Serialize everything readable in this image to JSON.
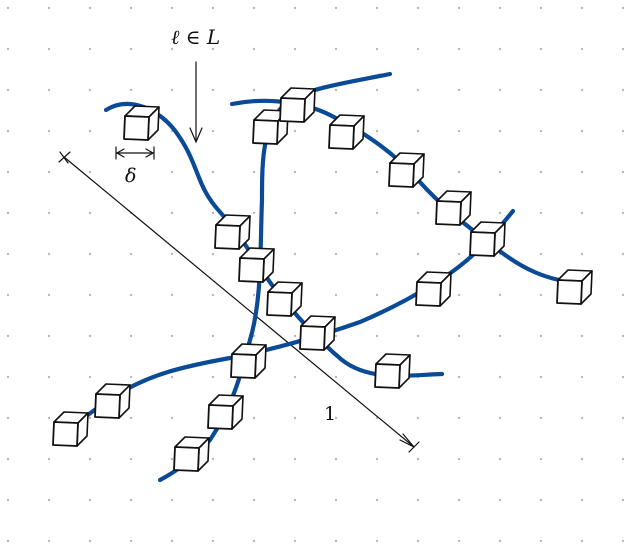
{
  "labels": {
    "set_label": "ℓ ∈ L",
    "delta_label": "δ",
    "unit_label": "1"
  },
  "colors": {
    "curve": "#0b4a96",
    "ink": "#111111",
    "grid_dot": "#b8b8b8",
    "background": "#ffffff"
  },
  "grid": {
    "visible": true,
    "style": "dotted"
  }
}
